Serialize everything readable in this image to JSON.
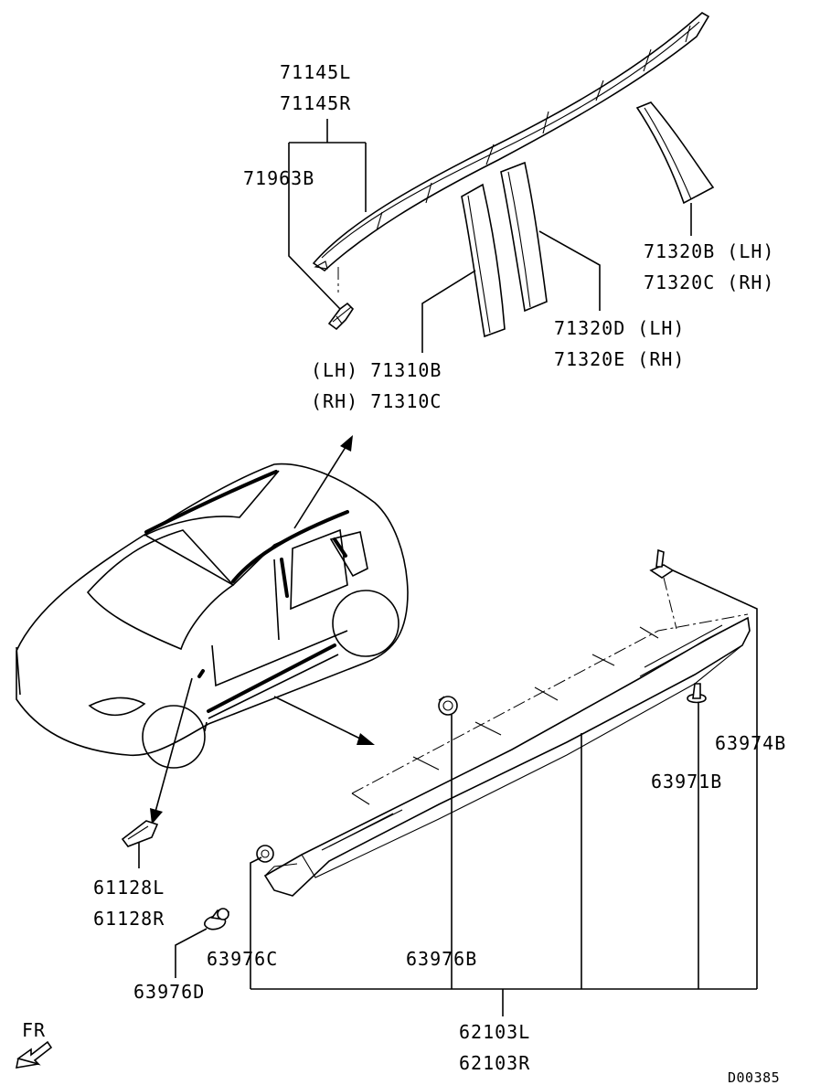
{
  "labels": {
    "p71145L": "71145L",
    "p71145R": "71145R",
    "p71963B": "71963B",
    "p71320B": "71320B (LH)",
    "p71320C": "71320C (RH)",
    "p71320D": "71320D (LH)",
    "p71320E": "71320E (RH)",
    "p71310B": "(LH) 71310B",
    "p71310C": "(RH) 71310C",
    "p63974B": "63974B",
    "p63971B": "63971B",
    "p61128L": "61128L",
    "p61128R": "61128R",
    "p63976C": "63976C",
    "p63976B": "63976B",
    "p63976D": "63976D",
    "p62103L": "62103L",
    "p62103R": "62103R",
    "fr": "FR",
    "drawing_no": "D00385"
  },
  "icons": {
    "front_direction": "arrow-icon"
  }
}
